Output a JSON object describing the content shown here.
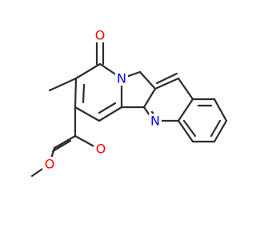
{
  "molecule": {
    "atom_labels": {
      "carbonyl_oxygen": "O",
      "ring_nitrogen": "N",
      "quinoline_nitrogen": "N",
      "ester_carbonyl_oxygen": "O",
      "ester_ether_oxygen": "O"
    }
  },
  "colors": {
    "bond": "#2b2b2b",
    "oxygen": "#ff0000",
    "nitrogen": "#0000ff",
    "background": "#ffffff"
  }
}
